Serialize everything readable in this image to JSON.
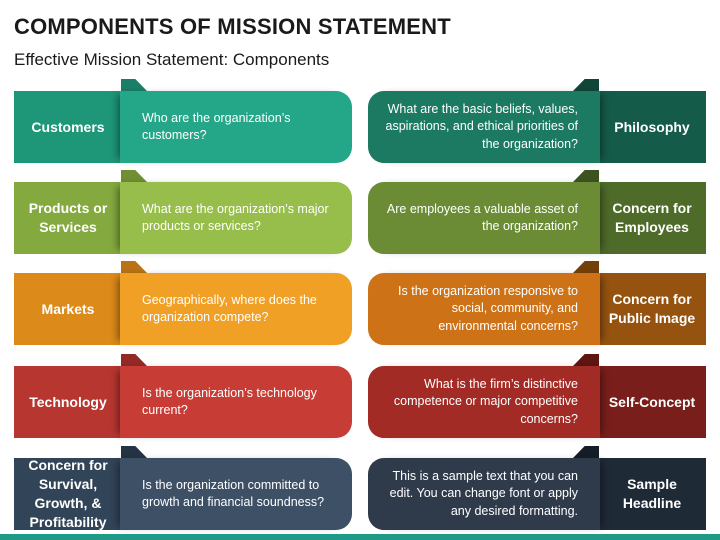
{
  "header": {
    "title": "COMPONENTS OF MISSION STATEMENT",
    "subtitle": "Effective Mission Statement: Components"
  },
  "left_items": [
    {
      "label": "Customers",
      "text": "Who are the organization’s customers?",
      "label_color": "#1e9678",
      "box_color": "#24a788",
      "tab_color": "#1a7f66"
    },
    {
      "label": "Products or Services",
      "text": "What are the organization’s major products or services?",
      "label_color": "#84a93e",
      "box_color": "#97bd4b",
      "tab_color": "#6f8f33"
    },
    {
      "label": "Markets",
      "text": "Geographically, where does the organization compete?",
      "label_color": "#dc8a1a",
      "box_color": "#f0a024",
      "tab_color": "#b97314"
    },
    {
      "label": "Technology",
      "text": "Is the organization’s technology current?",
      "label_color": "#b83630",
      "box_color": "#c73d35",
      "tab_color": "#942a25"
    },
    {
      "label": "Concern for Survival, Growth, & Profitability",
      "text": "Is the organization committed to growth and financial soundness?",
      "label_color": "#324457",
      "box_color": "#3d5066",
      "tab_color": "#253444"
    }
  ],
  "right_items": [
    {
      "label": "Philosophy",
      "text": "What are the basic beliefs, values, aspirations, and ethical priorities of the organization?",
      "label_color": "#155b4a",
      "box_color": "#1c7a62",
      "tab_color": "#104638"
    },
    {
      "label": "Concern for Employees",
      "text": "Are employees a valuable asset of the organization?",
      "label_color": "#4e6b2a",
      "box_color": "#6b8c34",
      "tab_color": "#3d5421"
    },
    {
      "label": "Concern for Public Image",
      "text": "Is the organization responsive to social, community, and environmental concerns?",
      "label_color": "#96530f",
      "box_color": "#cd7217",
      "tab_color": "#74400a"
    },
    {
      "label": "Self-Concept",
      "text": "What is the firm’s distinctive competence or major competitive concerns?",
      "label_color": "#7a1e1b",
      "box_color": "#a22b25",
      "tab_color": "#5e1613"
    },
    {
      "label": "Sample Headline",
      "text": "This is a sample text that you can edit. You can change font or apply any desired formatting.",
      "label_color": "#1f2a37",
      "box_color": "#2f3b4b",
      "tab_color": "#151d27"
    }
  ]
}
